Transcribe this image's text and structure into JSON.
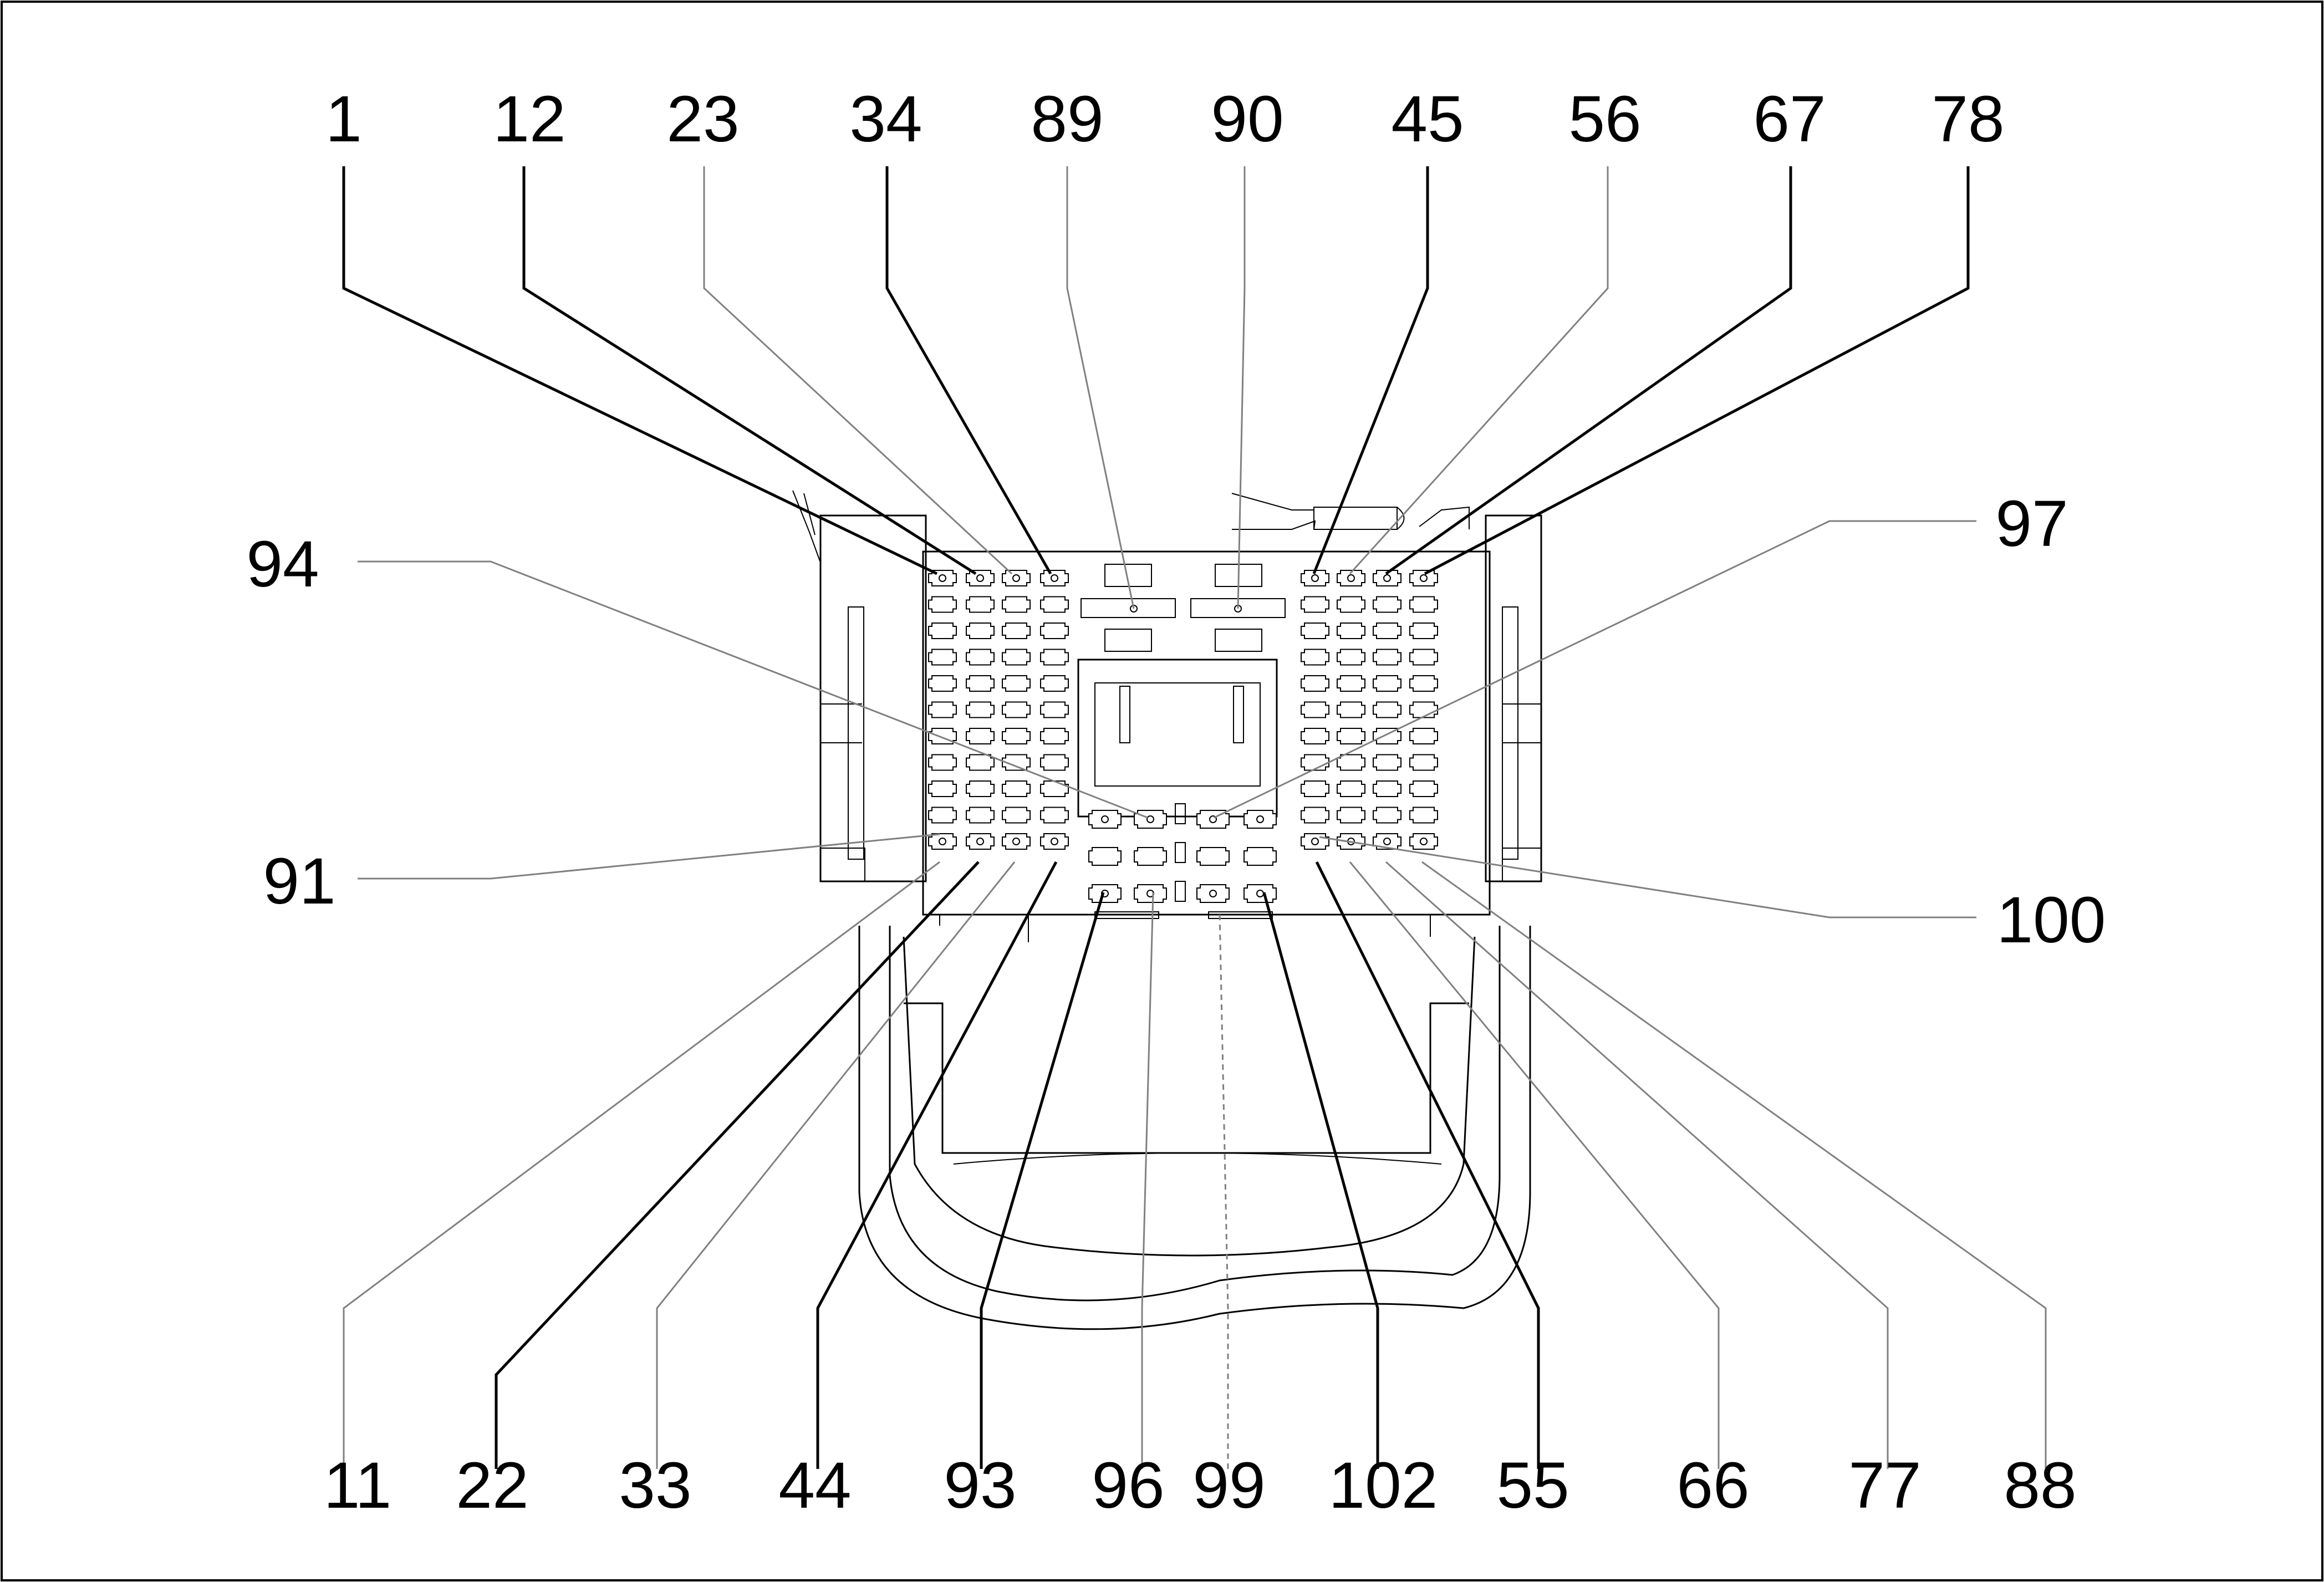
{
  "diagram": {
    "colors": {
      "ink": "#000000",
      "leader": "#808080",
      "background": "#ffffff"
    },
    "top_labels": [
      "1",
      "12",
      "23",
      "34",
      "89",
      "90",
      "45",
      "56",
      "67",
      "78"
    ],
    "side_labels": [
      "94",
      "91",
      "97",
      "100"
    ],
    "bottom_labels": [
      "11",
      "22",
      "33",
      "44",
      "93",
      "96",
      "99",
      "102",
      "55",
      "66",
      "77",
      "88"
    ]
  }
}
